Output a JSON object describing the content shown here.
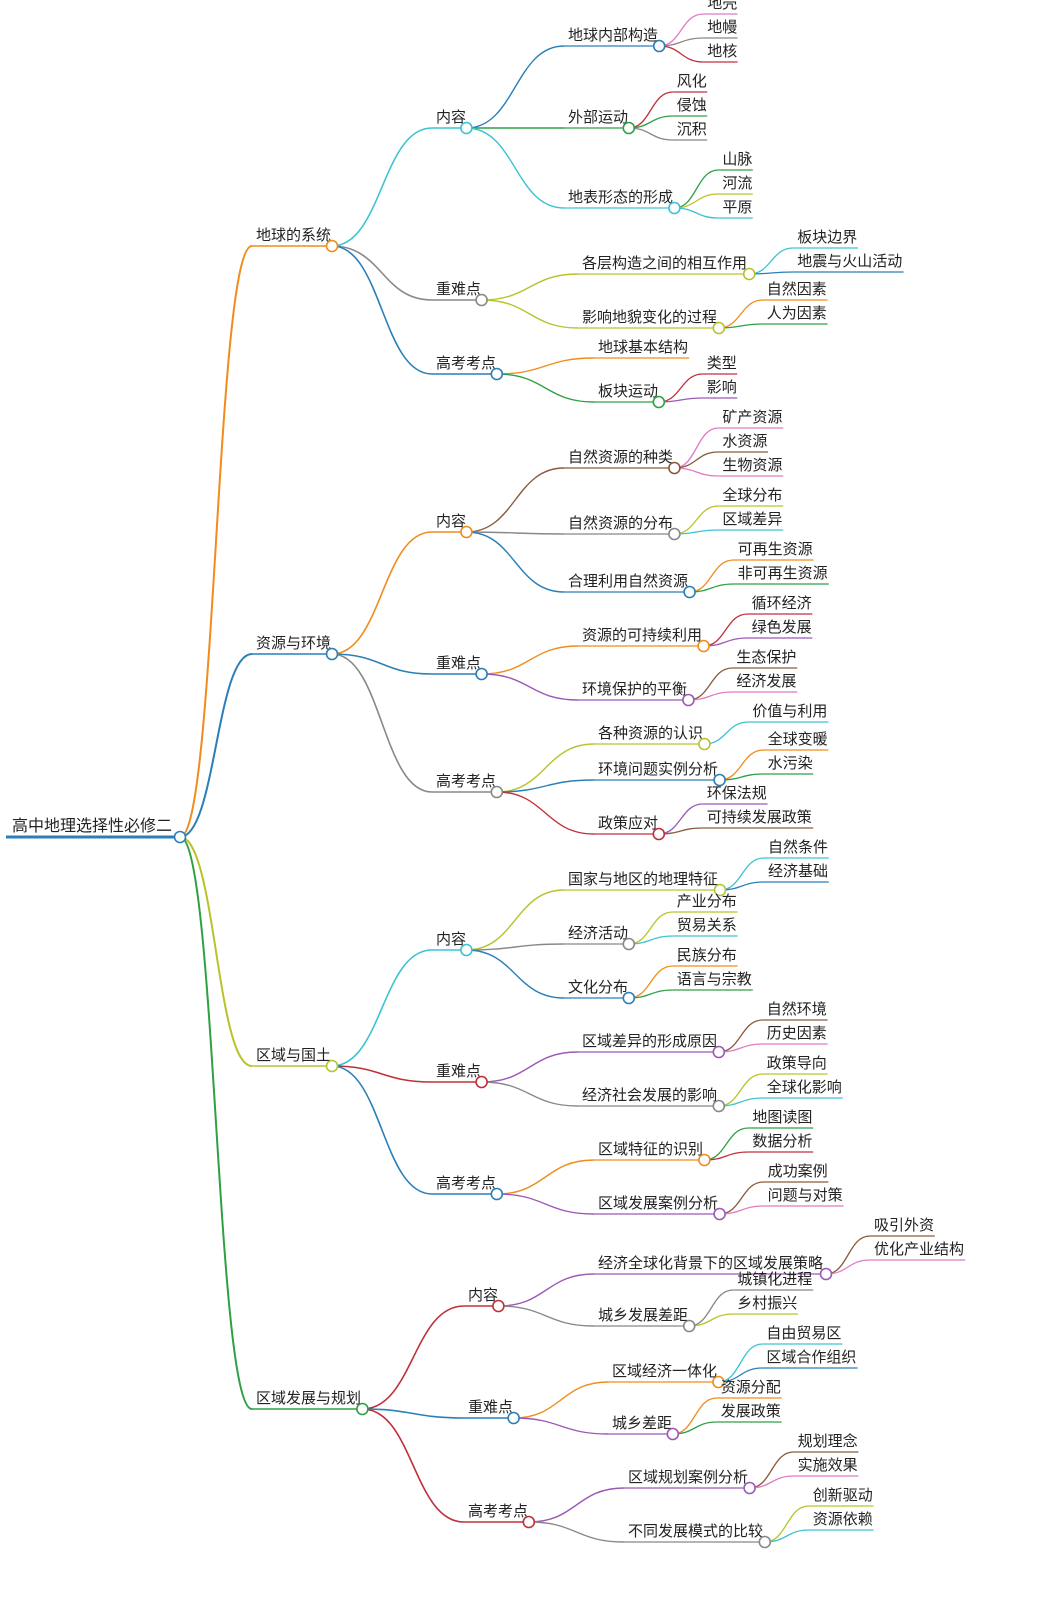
{
  "title": "高中地理选择性必修二",
  "branches": [
    {
      "label": "地球的系统",
      "color": "#f08c1c",
      "children": [
        {
          "label": "内容",
          "color": "#3cc3d2",
          "children": [
            {
              "label": "地球内部构造",
              "color": "#2a7fb8",
              "children": [
                {
                  "label": "地壳",
                  "color": "#e07bc4"
                },
                {
                  "label": "地幔",
                  "color": "#888888"
                },
                {
                  "label": "地核",
                  "color": "#c0303a"
                }
              ]
            },
            {
              "label": "外部运动",
              "color": "#2ea043",
              "children": [
                {
                  "label": "风化",
                  "color": "#c0303a"
                },
                {
                  "label": "侵蚀",
                  "color": "#2ea043"
                },
                {
                  "label": "沉积",
                  "color": "#888888"
                }
              ]
            },
            {
              "label": "地表形态的形成",
              "color": "#3cc3d2",
              "children": [
                {
                  "label": "山脉",
                  "color": "#2ea043"
                },
                {
                  "label": "河流",
                  "color": "#b8c32a"
                },
                {
                  "label": "平原",
                  "color": "#3cc3d2"
                }
              ]
            }
          ]
        },
        {
          "label": "重难点",
          "color": "#888888",
          "children": [
            {
              "label": "各层构造之间的相互作用",
              "color": "#b8c32a",
              "children": [
                {
                  "label": "板块边界",
                  "color": "#3cc3d2"
                },
                {
                  "label": "地震与火山活动",
                  "color": "#2a7fb8"
                }
              ]
            },
            {
              "label": "影响地貌变化的过程",
              "color": "#b8c32a",
              "children": [
                {
                  "label": "自然因素",
                  "color": "#f08c1c"
                },
                {
                  "label": "人为因素",
                  "color": "#2ea043"
                }
              ]
            }
          ]
        },
        {
          "label": "高考考点",
          "color": "#2a7fb8",
          "children": [
            {
              "label": "地球基本结构",
              "color": "#f08c1c",
              "children": []
            },
            {
              "label": "板块运动",
              "color": "#2ea043",
              "children": [
                {
                  "label": "类型",
                  "color": "#c0303a"
                },
                {
                  "label": "影响",
                  "color": "#9b59b6"
                }
              ]
            }
          ]
        }
      ]
    },
    {
      "label": "资源与环境",
      "color": "#2a7fb8",
      "children": [
        {
          "label": "内容",
          "color": "#f08c1c",
          "children": [
            {
              "label": "自然资源的种类",
              "color": "#8b5a3c",
              "children": [
                {
                  "label": "矿产资源",
                  "color": "#e07bc4"
                },
                {
                  "label": "水资源",
                  "color": "#8b5a3c"
                },
                {
                  "label": "生物资源",
                  "color": "#e07bc4"
                }
              ]
            },
            {
              "label": "自然资源的分布",
              "color": "#888888",
              "children": [
                {
                  "label": "全球分布",
                  "color": "#b8c32a"
                },
                {
                  "label": "区域差异",
                  "color": "#3cc3d2"
                }
              ]
            },
            {
              "label": "合理利用自然资源",
              "color": "#2a7fb8",
              "children": [
                {
                  "label": "可再生资源",
                  "color": "#f08c1c"
                },
                {
                  "label": "非可再生资源",
                  "color": "#2ea043"
                }
              ]
            }
          ]
        },
        {
          "label": "重难点",
          "color": "#2a7fb8",
          "children": [
            {
              "label": "资源的可持续利用",
              "color": "#f08c1c",
              "children": [
                {
                  "label": "循环经济",
                  "color": "#c0303a"
                },
                {
                  "label": "绿色发展",
                  "color": "#9b59b6"
                }
              ]
            },
            {
              "label": "环境保护的平衡",
              "color": "#9b59b6",
              "children": [
                {
                  "label": "生态保护",
                  "color": "#8b5a3c"
                },
                {
                  "label": "经济发展",
                  "color": "#e07bc4"
                }
              ]
            }
          ]
        },
        {
          "label": "高考考点",
          "color": "#888888",
          "children": [
            {
              "label": "各种资源的认识",
              "color": "#b8c32a",
              "children": [
                {
                  "label": "价值与利用",
                  "color": "#3cc3d2"
                }
              ]
            },
            {
              "label": "环境问题实例分析",
              "color": "#2a7fb8",
              "children": [
                {
                  "label": "全球变暖",
                  "color": "#f08c1c"
                },
                {
                  "label": "水污染",
                  "color": "#2ea043"
                }
              ]
            },
            {
              "label": "政策应对",
              "color": "#c0303a",
              "children": [
                {
                  "label": "环保法规",
                  "color": "#9b59b6"
                },
                {
                  "label": "可持续发展政策",
                  "color": "#8b5a3c"
                }
              ]
            }
          ]
        }
      ]
    },
    {
      "label": "区域与国土",
      "color": "#b8c32a",
      "children": [
        {
          "label": "内容",
          "color": "#3cc3d2",
          "children": [
            {
              "label": "国家与地区的地理特征",
              "color": "#b8c32a",
              "children": [
                {
                  "label": "自然条件",
                  "color": "#3cc3d2"
                },
                {
                  "label": "经济基础",
                  "color": "#2a7fb8"
                }
              ]
            },
            {
              "label": "经济活动",
              "color": "#888888",
              "children": [
                {
                  "label": "产业分布",
                  "color": "#b8c32a"
                },
                {
                  "label": "贸易关系",
                  "color": "#3cc3d2"
                }
              ]
            },
            {
              "label": "文化分布",
              "color": "#2a7fb8",
              "children": [
                {
                  "label": "民族分布",
                  "color": "#f08c1c"
                },
                {
                  "label": "语言与宗教",
                  "color": "#2ea043"
                }
              ]
            }
          ]
        },
        {
          "label": "重难点",
          "color": "#c0303a",
          "children": [
            {
              "label": "区域差异的形成原因",
              "color": "#9b59b6",
              "children": [
                {
                  "label": "自然环境",
                  "color": "#8b5a3c"
                },
                {
                  "label": "历史因素",
                  "color": "#e07bc4"
                }
              ]
            },
            {
              "label": "经济社会发展的影响",
              "color": "#888888",
              "children": [
                {
                  "label": "政策导向",
                  "color": "#b8c32a"
                },
                {
                  "label": "全球化影响",
                  "color": "#3cc3d2"
                }
              ]
            }
          ]
        },
        {
          "label": "高考考点",
          "color": "#2a7fb8",
          "children": [
            {
              "label": "区域特征的识别",
              "color": "#f08c1c",
              "children": [
                {
                  "label": "地图读图",
                  "color": "#2ea043"
                },
                {
                  "label": "数据分析",
                  "color": "#c0303a"
                }
              ]
            },
            {
              "label": "区域发展案例分析",
              "color": "#9b59b6",
              "children": [
                {
                  "label": "成功案例",
                  "color": "#8b5a3c"
                },
                {
                  "label": "问题与对策",
                  "color": "#e07bc4"
                }
              ]
            }
          ]
        }
      ]
    },
    {
      "label": "区域发展与规划",
      "color": "#2ea043",
      "children": [
        {
          "label": "内容",
          "color": "#c0303a",
          "children": [
            {
              "label": "经济全球化背景下的区域发展策略",
              "color": "#9b59b6",
              "children": [
                {
                  "label": "吸引外资",
                  "color": "#8b5a3c"
                },
                {
                  "label": "优化产业结构",
                  "color": "#e07bc4"
                }
              ]
            },
            {
              "label": "城乡发展差距",
              "color": "#888888",
              "children": [
                {
                  "label": "城镇化进程",
                  "color": "#888888"
                },
                {
                  "label": "乡村振兴",
                  "color": "#b8c32a"
                }
              ]
            }
          ]
        },
        {
          "label": "重难点",
          "color": "#2a7fb8",
          "children": [
            {
              "label": "区域经济一体化",
              "color": "#f08c1c",
              "children": [
                {
                  "label": "自由贸易区",
                  "color": "#3cc3d2"
                },
                {
                  "label": "区域合作组织",
                  "color": "#2a7fb8"
                }
              ]
            },
            {
              "label": "城乡差距",
              "color": "#9b59b6",
              "children": [
                {
                  "label": "资源分配",
                  "color": "#f08c1c"
                },
                {
                  "label": "发展政策",
                  "color": "#2ea043"
                }
              ]
            }
          ]
        },
        {
          "label": "高考考点",
          "color": "#c0303a",
          "children": [
            {
              "label": "区域规划案例分析",
              "color": "#9b59b6",
              "children": [
                {
                  "label": "规划理念",
                  "color": "#8b5a3c"
                },
                {
                  "label": "实施效果",
                  "color": "#e07bc4"
                }
              ]
            },
            {
              "label": "不同发展模式的比较",
              "color": "#888888",
              "children": [
                {
                  "label": "创新驱动",
                  "color": "#b8c32a"
                },
                {
                  "label": "资源依赖",
                  "color": "#3cc3d2"
                }
              ]
            }
          ]
        }
      ]
    }
  ]
}
